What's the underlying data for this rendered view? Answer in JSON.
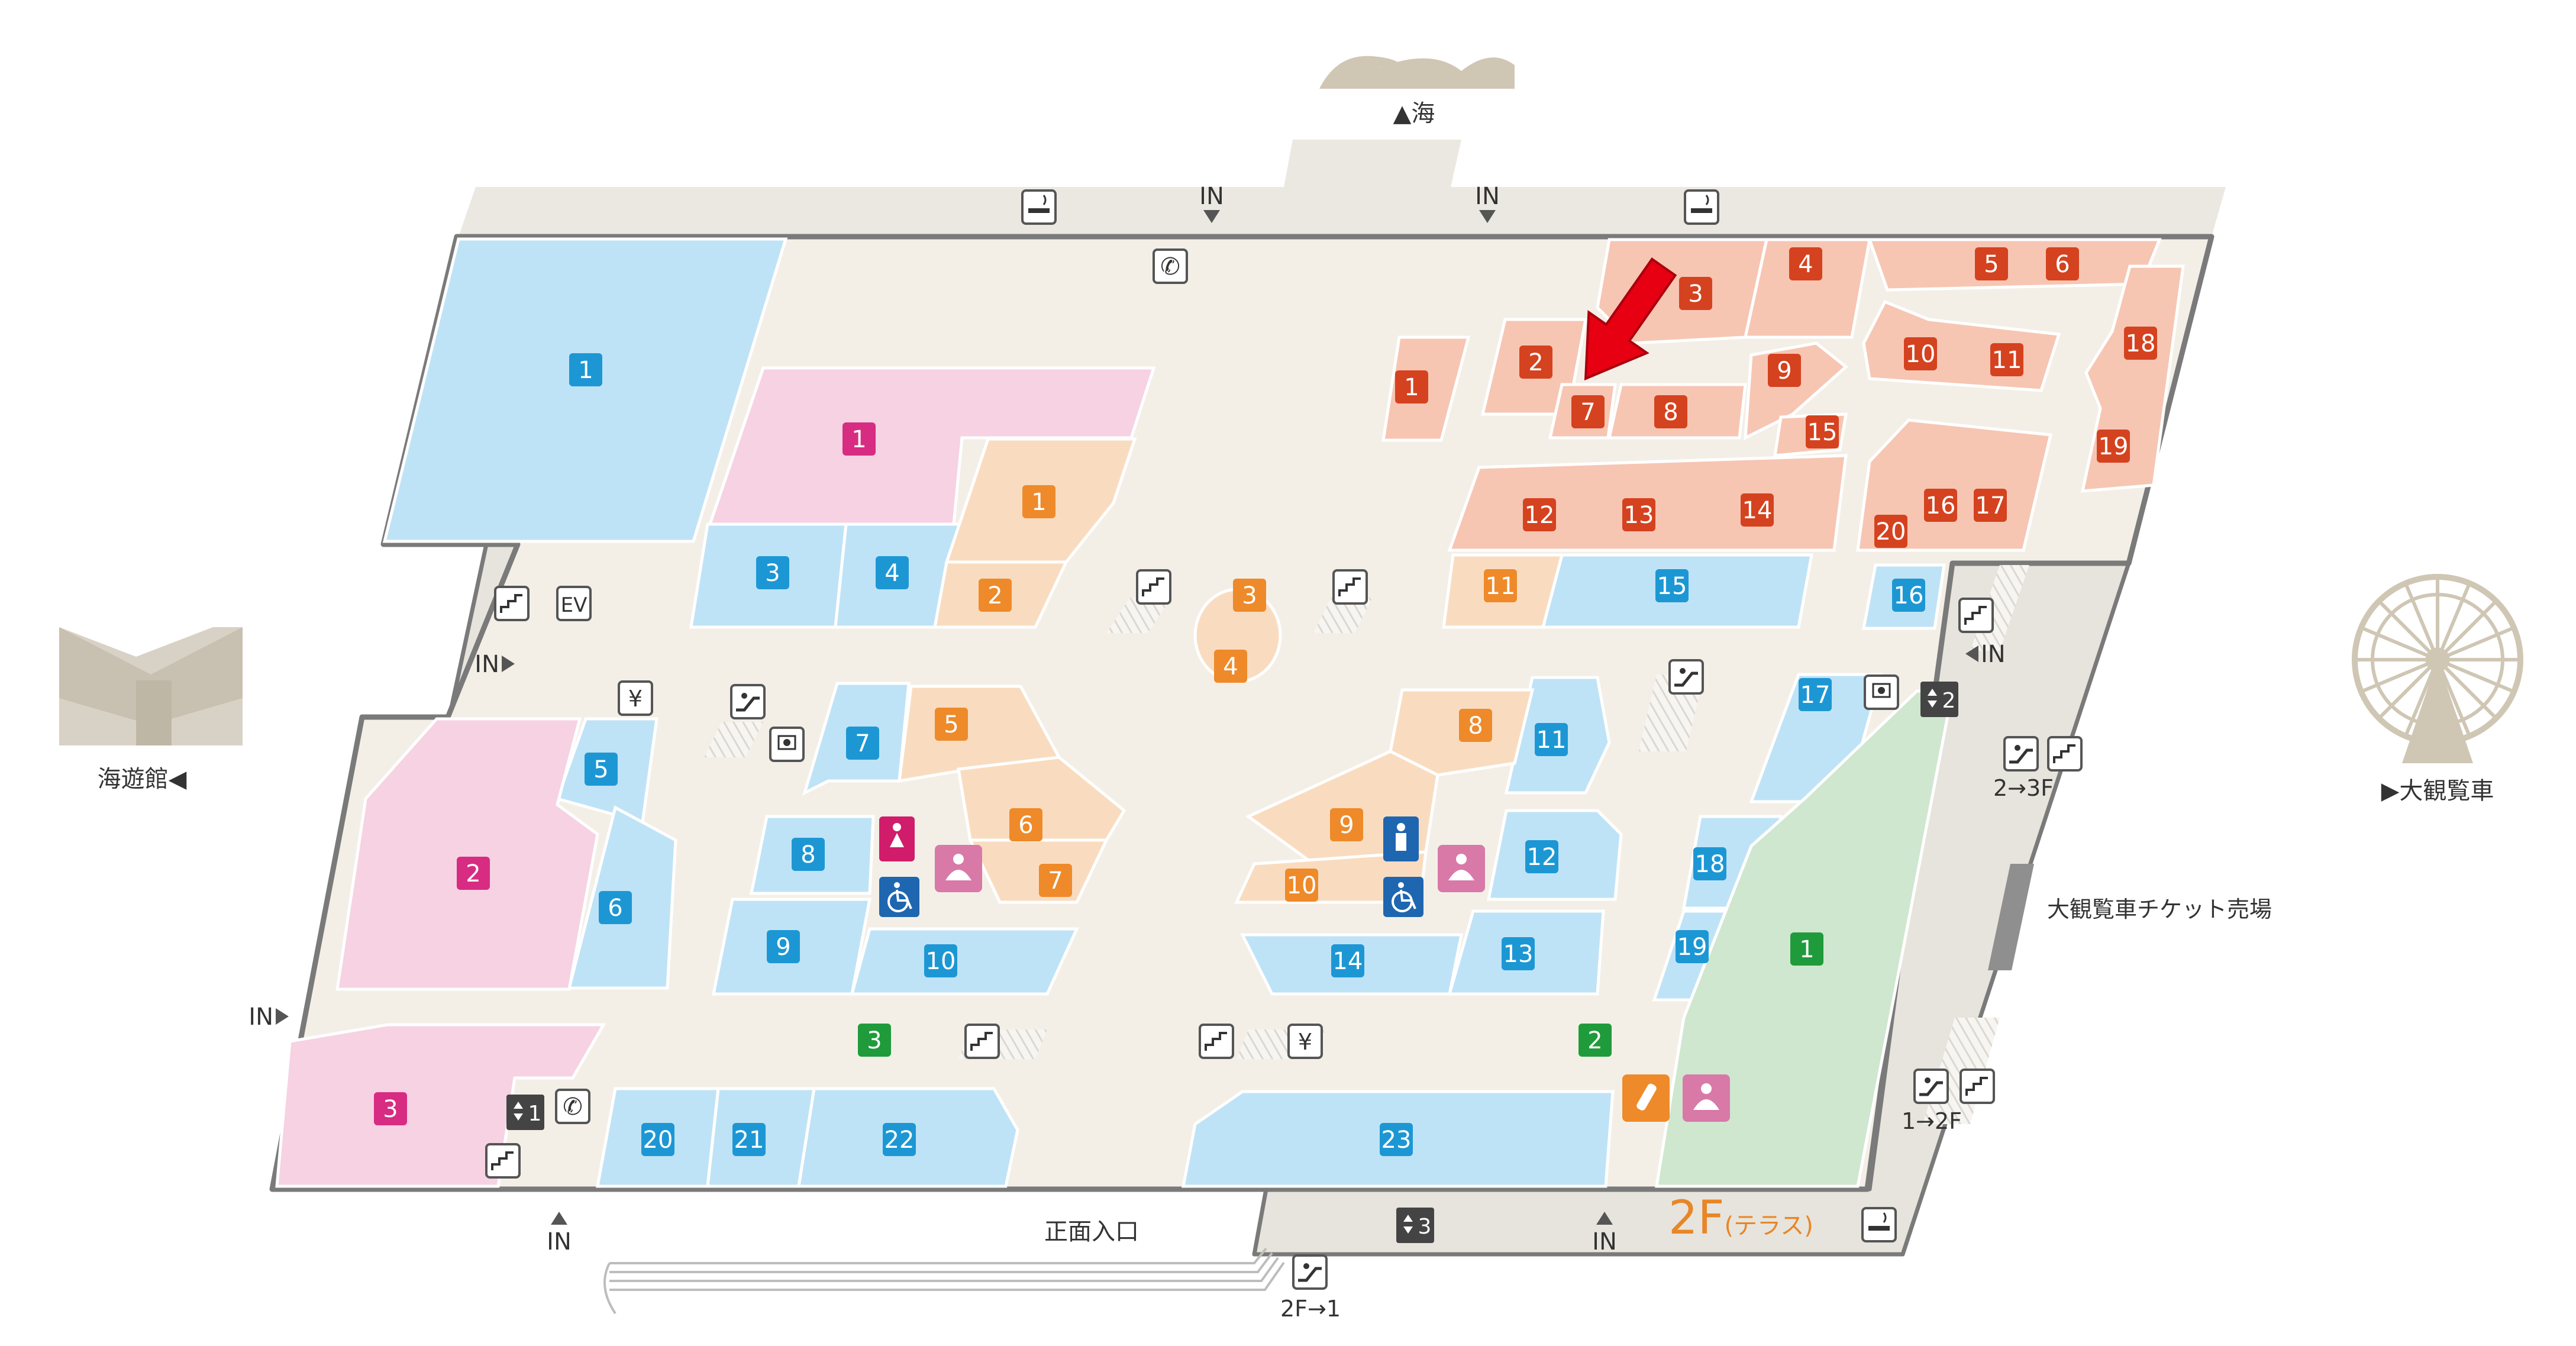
{
  "colors": {
    "outline": "#7a7a7a",
    "floor": "#f3efe7",
    "walkway": "#e7e4dd",
    "blue_zone": "#bfe3f6",
    "pink_zone": "#f6d2e3",
    "orange_zone": "#f9dcc0",
    "salmon_zone": "#f6c6b3",
    "green_zone": "#cfe6cf",
    "badge_blue": "#1d97d4",
    "badge_pink": "#d72c82",
    "badge_orange": "#ee8a2a",
    "badge_red": "#d5421f",
    "badge_green": "#1f9b3b",
    "marker_red": "#e60012",
    "landmark": "#cfc6b4",
    "floor_label": "#e88626"
  },
  "landmarks": {
    "sea": "▲海",
    "aquarium": "海遊館◀",
    "ferris_wheel": "▶大観覧車",
    "ticket_office": "大観覧車チケット売場"
  },
  "floor_label": {
    "number": "2F",
    "suffix": "(テラス)"
  },
  "floor_links": {
    "up_2_3": "2→3F",
    "up_1_2": "1→2F",
    "down_2_1": "2F→1"
  },
  "entrances": {
    "in": "IN",
    "main_entrance": "正面入口"
  },
  "service_labels": {
    "ev": "EV",
    "yen": "¥",
    "phone": "✆"
  },
  "elevator_labels": [
    "1",
    "2",
    "3"
  ],
  "stores": {
    "blue": [
      "1",
      "3",
      "4",
      "5",
      "6",
      "7",
      "8",
      "9",
      "10",
      "11",
      "12",
      "13",
      "14",
      "15",
      "16",
      "17",
      "18",
      "19",
      "20",
      "21",
      "22",
      "23"
    ],
    "pink": [
      "1",
      "2",
      "3"
    ],
    "orange": [
      "1",
      "2",
      "3",
      "4",
      "5",
      "6",
      "7",
      "8",
      "9",
      "10",
      "11"
    ],
    "red": [
      "1",
      "2",
      "3",
      "4",
      "5",
      "6",
      "7",
      "8",
      "9",
      "10",
      "11",
      "12",
      "13",
      "14",
      "15",
      "16",
      "17",
      "18",
      "19",
      "20"
    ],
    "green": [
      "1",
      "2",
      "3"
    ]
  },
  "current_location": {
    "category": "red",
    "number": "7"
  }
}
